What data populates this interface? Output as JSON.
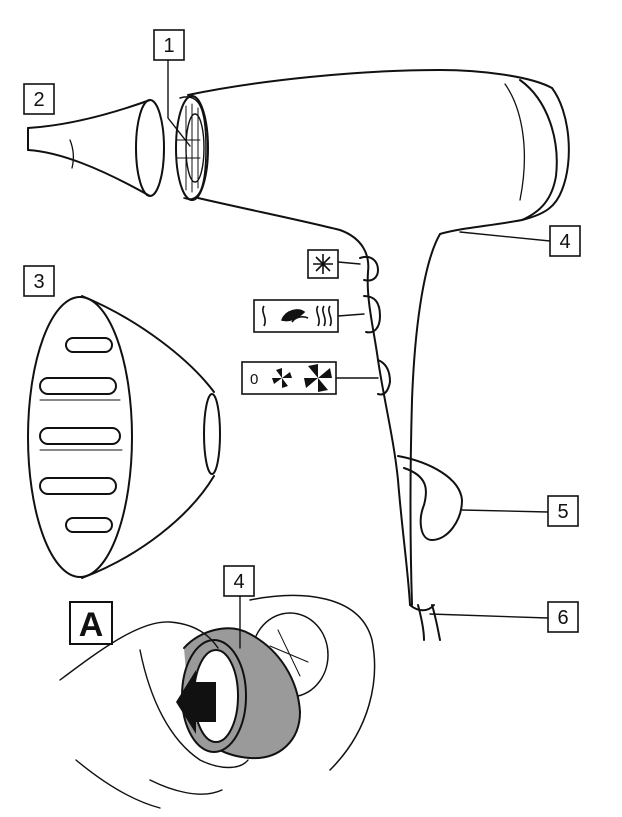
{
  "callouts": [
    {
      "id": "1",
      "text": "1"
    },
    {
      "id": "2",
      "text": "2"
    },
    {
      "id": "3",
      "text": "3"
    },
    {
      "id": "4",
      "text": "4"
    },
    {
      "id": "5",
      "text": "5"
    },
    {
      "id": "6",
      "text": "6"
    },
    {
      "id": "4b",
      "text": "4"
    }
  ],
  "figure_label": "A",
  "speed_button": {
    "off_label": "0"
  },
  "icons": {
    "cold_shot": "snowflake-icon",
    "heat": "heat-settings-icon",
    "speed": "fan-speed-icon"
  }
}
